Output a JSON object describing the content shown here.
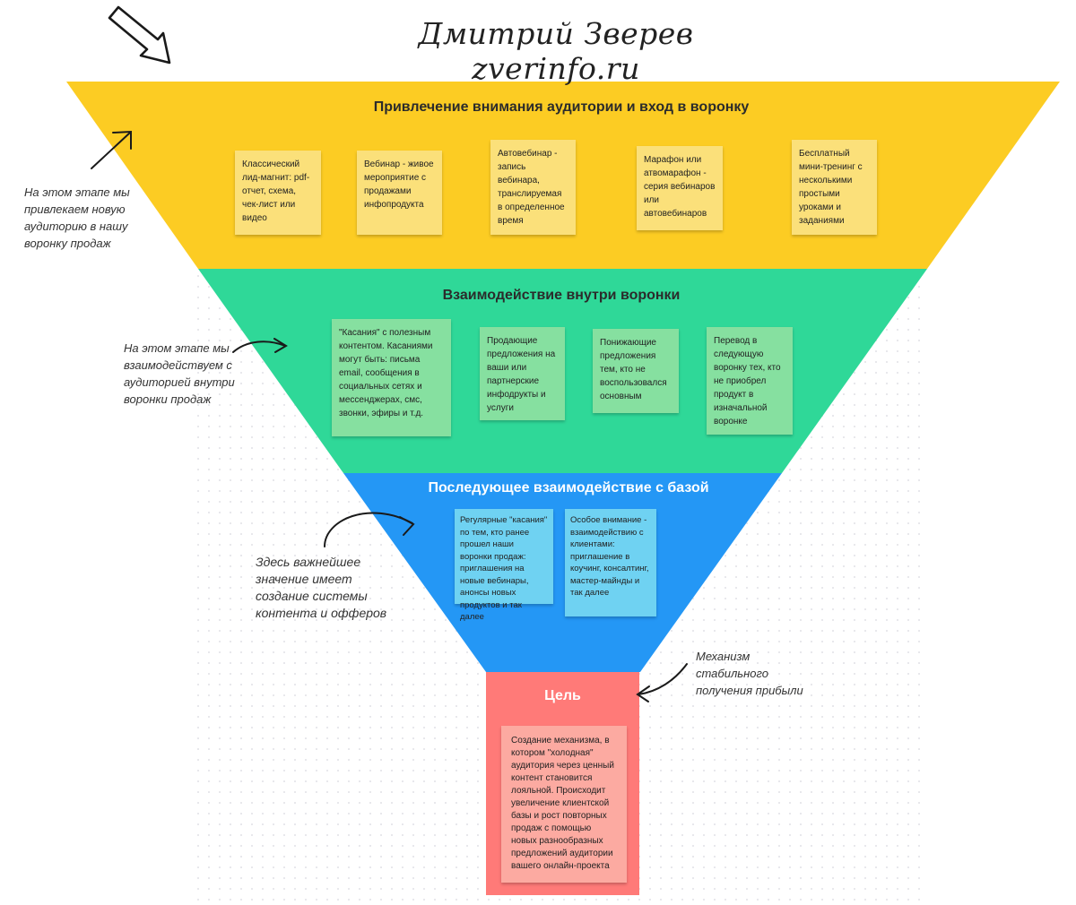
{
  "author": "Дмитрий Зверев zverinfo.ru",
  "stages": [
    {
      "title": "Привлечение внимания аудитории и вход в воронку",
      "color": "#fccc23",
      "notes": [
        "Классический лид-магнит: pdf-отчет, схема, чек-лист или видео",
        "Вебинар - живое мероприятие с продажами инфопродукта",
        "Автовебинар - запись вебинара, транслируемая в определенное время",
        "Марафон или атвомарафон - серия вебинаров или автовебинаров",
        "Бесплатный мини-тренинг с несколькими простыми уроками и заданиями"
      ],
      "annotation": "На этом этапе мы привлекаем новую аудиторию в нашу воронку продаж"
    },
    {
      "title": "Взаимодействие внутри воронки",
      "color": "#2fd898",
      "notes": [
        "\"Касания\" с полезным контентом. Касаниями могут быть: письма email, сообщения в социальных сетях и мессенджерах, смс, звонки, эфиры и т.д.",
        "Продающие предложения на ваши или партнерские инфодрукты и услуги",
        "Понижающие предложения тем, кто не воспользовался основным",
        "Перевод в следующую воронку тех, кто не приобрел продукт в изначальной воронке"
      ],
      "annotation": "На этом этапе мы взаимодействуем с аудиторией внутри воронки продаж"
    },
    {
      "title": "Последующее взаимодействие с базой",
      "color": "#2497f5",
      "notes": [
        "Регулярные \"касания\" по тем, кто ранее прошел наши воронки продаж: приглашения на новые вебинары, анонсы новых продуктов и так далее",
        "Особое внимание - взаимодействию с клиентами: приглашение в коучинг, консалтинг, мастер-майнды и так далее"
      ],
      "annotation": "Здесь важнейшее значение имеет создание системы контента и офферов"
    },
    {
      "title": "Цель",
      "color": "#ff7a78",
      "notes": [
        "Создание механизма, в котором \"холодная\" аудитория через ценный контент становится лояльной. Происходит увеличение клиентской базы и рост повторных продаж с помощью новых разнообразных предложений аудитории вашего онлайн-проекта"
      ],
      "annotation": "Механизм стабильного получения прибыли"
    }
  ]
}
